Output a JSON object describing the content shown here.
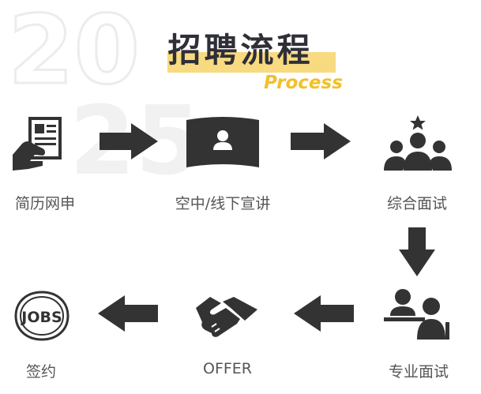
{
  "title": "招聘流程",
  "subtitle": "Process",
  "watermark_text": "2025",
  "colors": {
    "dark": "#333333",
    "accent_yellow": "#f3bf2b",
    "highlight": "#f7d46b",
    "label": "#555555",
    "watermark": "#ececec"
  },
  "steps": [
    {
      "label": "简历网申",
      "icon": "resume-hand-icon"
    },
    {
      "label": "空中/线下宣讲",
      "icon": "presentation-screen-icon"
    },
    {
      "label": "综合面试",
      "icon": "group-interview-icon"
    },
    {
      "label": "专业面试",
      "icon": "interviewer-candidate-icon"
    },
    {
      "label": "OFFER",
      "icon": "handshake-icon"
    },
    {
      "label": "签约",
      "icon": "jobs-badge-icon"
    }
  ]
}
